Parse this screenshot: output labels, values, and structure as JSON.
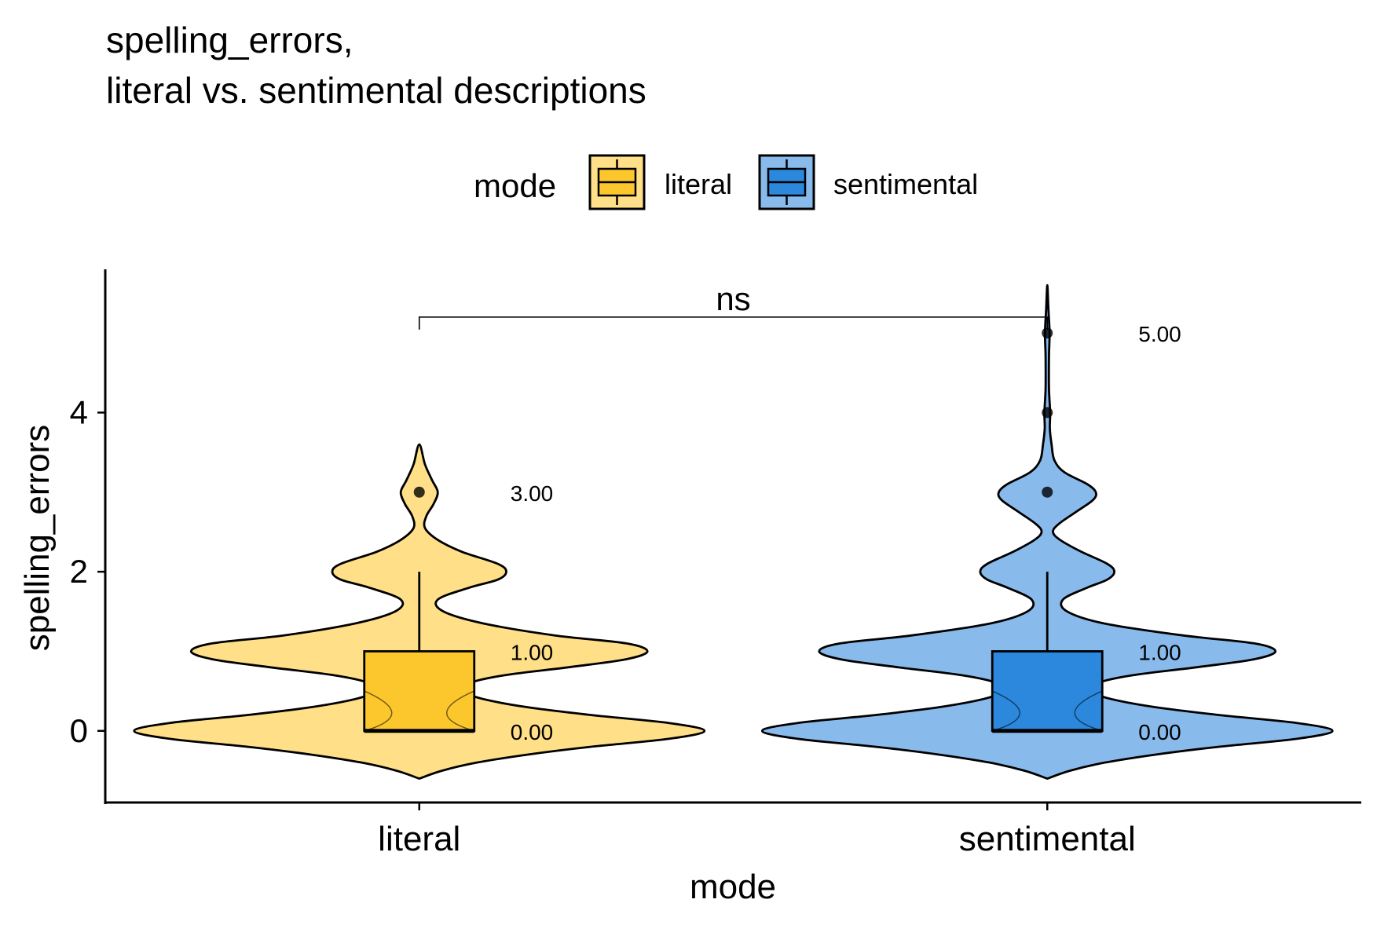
{
  "chart_data": {
    "type": "violin",
    "title_lines": [
      "spelling_errors,",
      "literal vs. sentimental descriptions"
    ],
    "xlabel": "mode",
    "ylabel": "spelling_errors",
    "ylim": [
      -0.9,
      5.8
    ],
    "yticks": [
      0,
      2,
      4
    ],
    "categories": [
      "literal",
      "sentimental"
    ],
    "colors": {
      "literal": {
        "violin": "#FFDF87",
        "box": "#FCC72C"
      },
      "sentimental": {
        "violin": "#88BBEC",
        "box": "#2B88DD"
      }
    },
    "legend": {
      "title": "mode",
      "position": "top",
      "items": [
        "literal",
        "sentimental"
      ]
    },
    "series": [
      {
        "name": "literal",
        "box": {
          "q1": 0,
          "median": 0,
          "q3": 1,
          "whisker_low": 0,
          "whisker_high": 2,
          "notch_low": -0.1,
          "notch_high": 0.5
        },
        "outliers": [
          3
        ],
        "violin_range": [
          -0.6,
          3.6
        ],
        "violin_halfwidth": [
          [
            -0.6,
            0.0
          ],
          [
            -0.5,
            0.16
          ],
          [
            -0.4,
            0.4
          ],
          [
            -0.3,
            0.75
          ],
          [
            -0.2,
            1.2
          ],
          [
            -0.1,
            1.75
          ],
          [
            0.0,
            2.0
          ],
          [
            0.1,
            1.75
          ],
          [
            0.2,
            1.2
          ],
          [
            0.3,
            0.75
          ],
          [
            0.4,
            0.45
          ],
          [
            0.5,
            0.3
          ],
          [
            0.6,
            0.35
          ],
          [
            0.7,
            0.6
          ],
          [
            0.8,
            1.05
          ],
          [
            0.9,
            1.45
          ],
          [
            1.0,
            1.6
          ],
          [
            1.1,
            1.45
          ],
          [
            1.2,
            0.95
          ],
          [
            1.35,
            0.45
          ],
          [
            1.5,
            0.17
          ],
          [
            1.65,
            0.13
          ],
          [
            1.8,
            0.35
          ],
          [
            1.9,
            0.55
          ],
          [
            2.0,
            0.61
          ],
          [
            2.1,
            0.55
          ],
          [
            2.25,
            0.3
          ],
          [
            2.4,
            0.13
          ],
          [
            2.55,
            0.04
          ],
          [
            2.7,
            0.05
          ],
          [
            2.85,
            0.1
          ],
          [
            3.0,
            0.13
          ],
          [
            3.15,
            0.09
          ],
          [
            3.35,
            0.04
          ],
          [
            3.6,
            0.0
          ]
        ],
        "stat_labels": [
          "3.00",
          "1.00",
          "0.00"
        ],
        "stat_label_values": [
          3,
          1,
          0
        ]
      },
      {
        "name": "sentimental",
        "box": {
          "q1": 0,
          "median": 0,
          "q3": 1,
          "whisker_low": 0,
          "whisker_high": 2,
          "notch_low": -0.1,
          "notch_high": 0.5
        },
        "outliers": [
          3,
          4,
          5
        ],
        "violin_range": [
          -0.6,
          5.6
        ],
        "violin_halfwidth": [
          [
            -0.6,
            0.0
          ],
          [
            -0.5,
            0.16
          ],
          [
            -0.4,
            0.4
          ],
          [
            -0.3,
            0.75
          ],
          [
            -0.2,
            1.2
          ],
          [
            -0.1,
            1.75
          ],
          [
            0.0,
            2.0
          ],
          [
            0.1,
            1.75
          ],
          [
            0.2,
            1.2
          ],
          [
            0.3,
            0.75
          ],
          [
            0.4,
            0.45
          ],
          [
            0.5,
            0.3
          ],
          [
            0.6,
            0.35
          ],
          [
            0.7,
            0.6
          ],
          [
            0.8,
            1.05
          ],
          [
            0.9,
            1.45
          ],
          [
            1.0,
            1.6
          ],
          [
            1.1,
            1.45
          ],
          [
            1.2,
            0.95
          ],
          [
            1.35,
            0.4
          ],
          [
            1.5,
            0.14
          ],
          [
            1.65,
            0.11
          ],
          [
            1.8,
            0.28
          ],
          [
            1.9,
            0.42
          ],
          [
            2.0,
            0.47
          ],
          [
            2.1,
            0.42
          ],
          [
            2.25,
            0.24
          ],
          [
            2.4,
            0.09
          ],
          [
            2.5,
            0.04
          ],
          [
            2.6,
            0.08
          ],
          [
            2.75,
            0.2
          ],
          [
            2.9,
            0.32
          ],
          [
            3.0,
            0.34
          ],
          [
            3.1,
            0.28
          ],
          [
            3.25,
            0.12
          ],
          [
            3.4,
            0.05
          ],
          [
            3.6,
            0.03
          ],
          [
            3.8,
            0.018
          ],
          [
            4.0,
            0.02
          ],
          [
            4.3,
            0.012
          ],
          [
            4.7,
            0.012
          ],
          [
            5.0,
            0.016
          ],
          [
            5.3,
            0.008
          ],
          [
            5.6,
            0.0
          ]
        ],
        "stat_labels": [
          "5.00",
          "1.00",
          "0.00"
        ],
        "stat_label_values": [
          5,
          1,
          0
        ]
      }
    ],
    "significance": {
      "label": "ns",
      "groups": [
        "literal",
        "sentimental"
      ],
      "y": 5.2
    }
  }
}
